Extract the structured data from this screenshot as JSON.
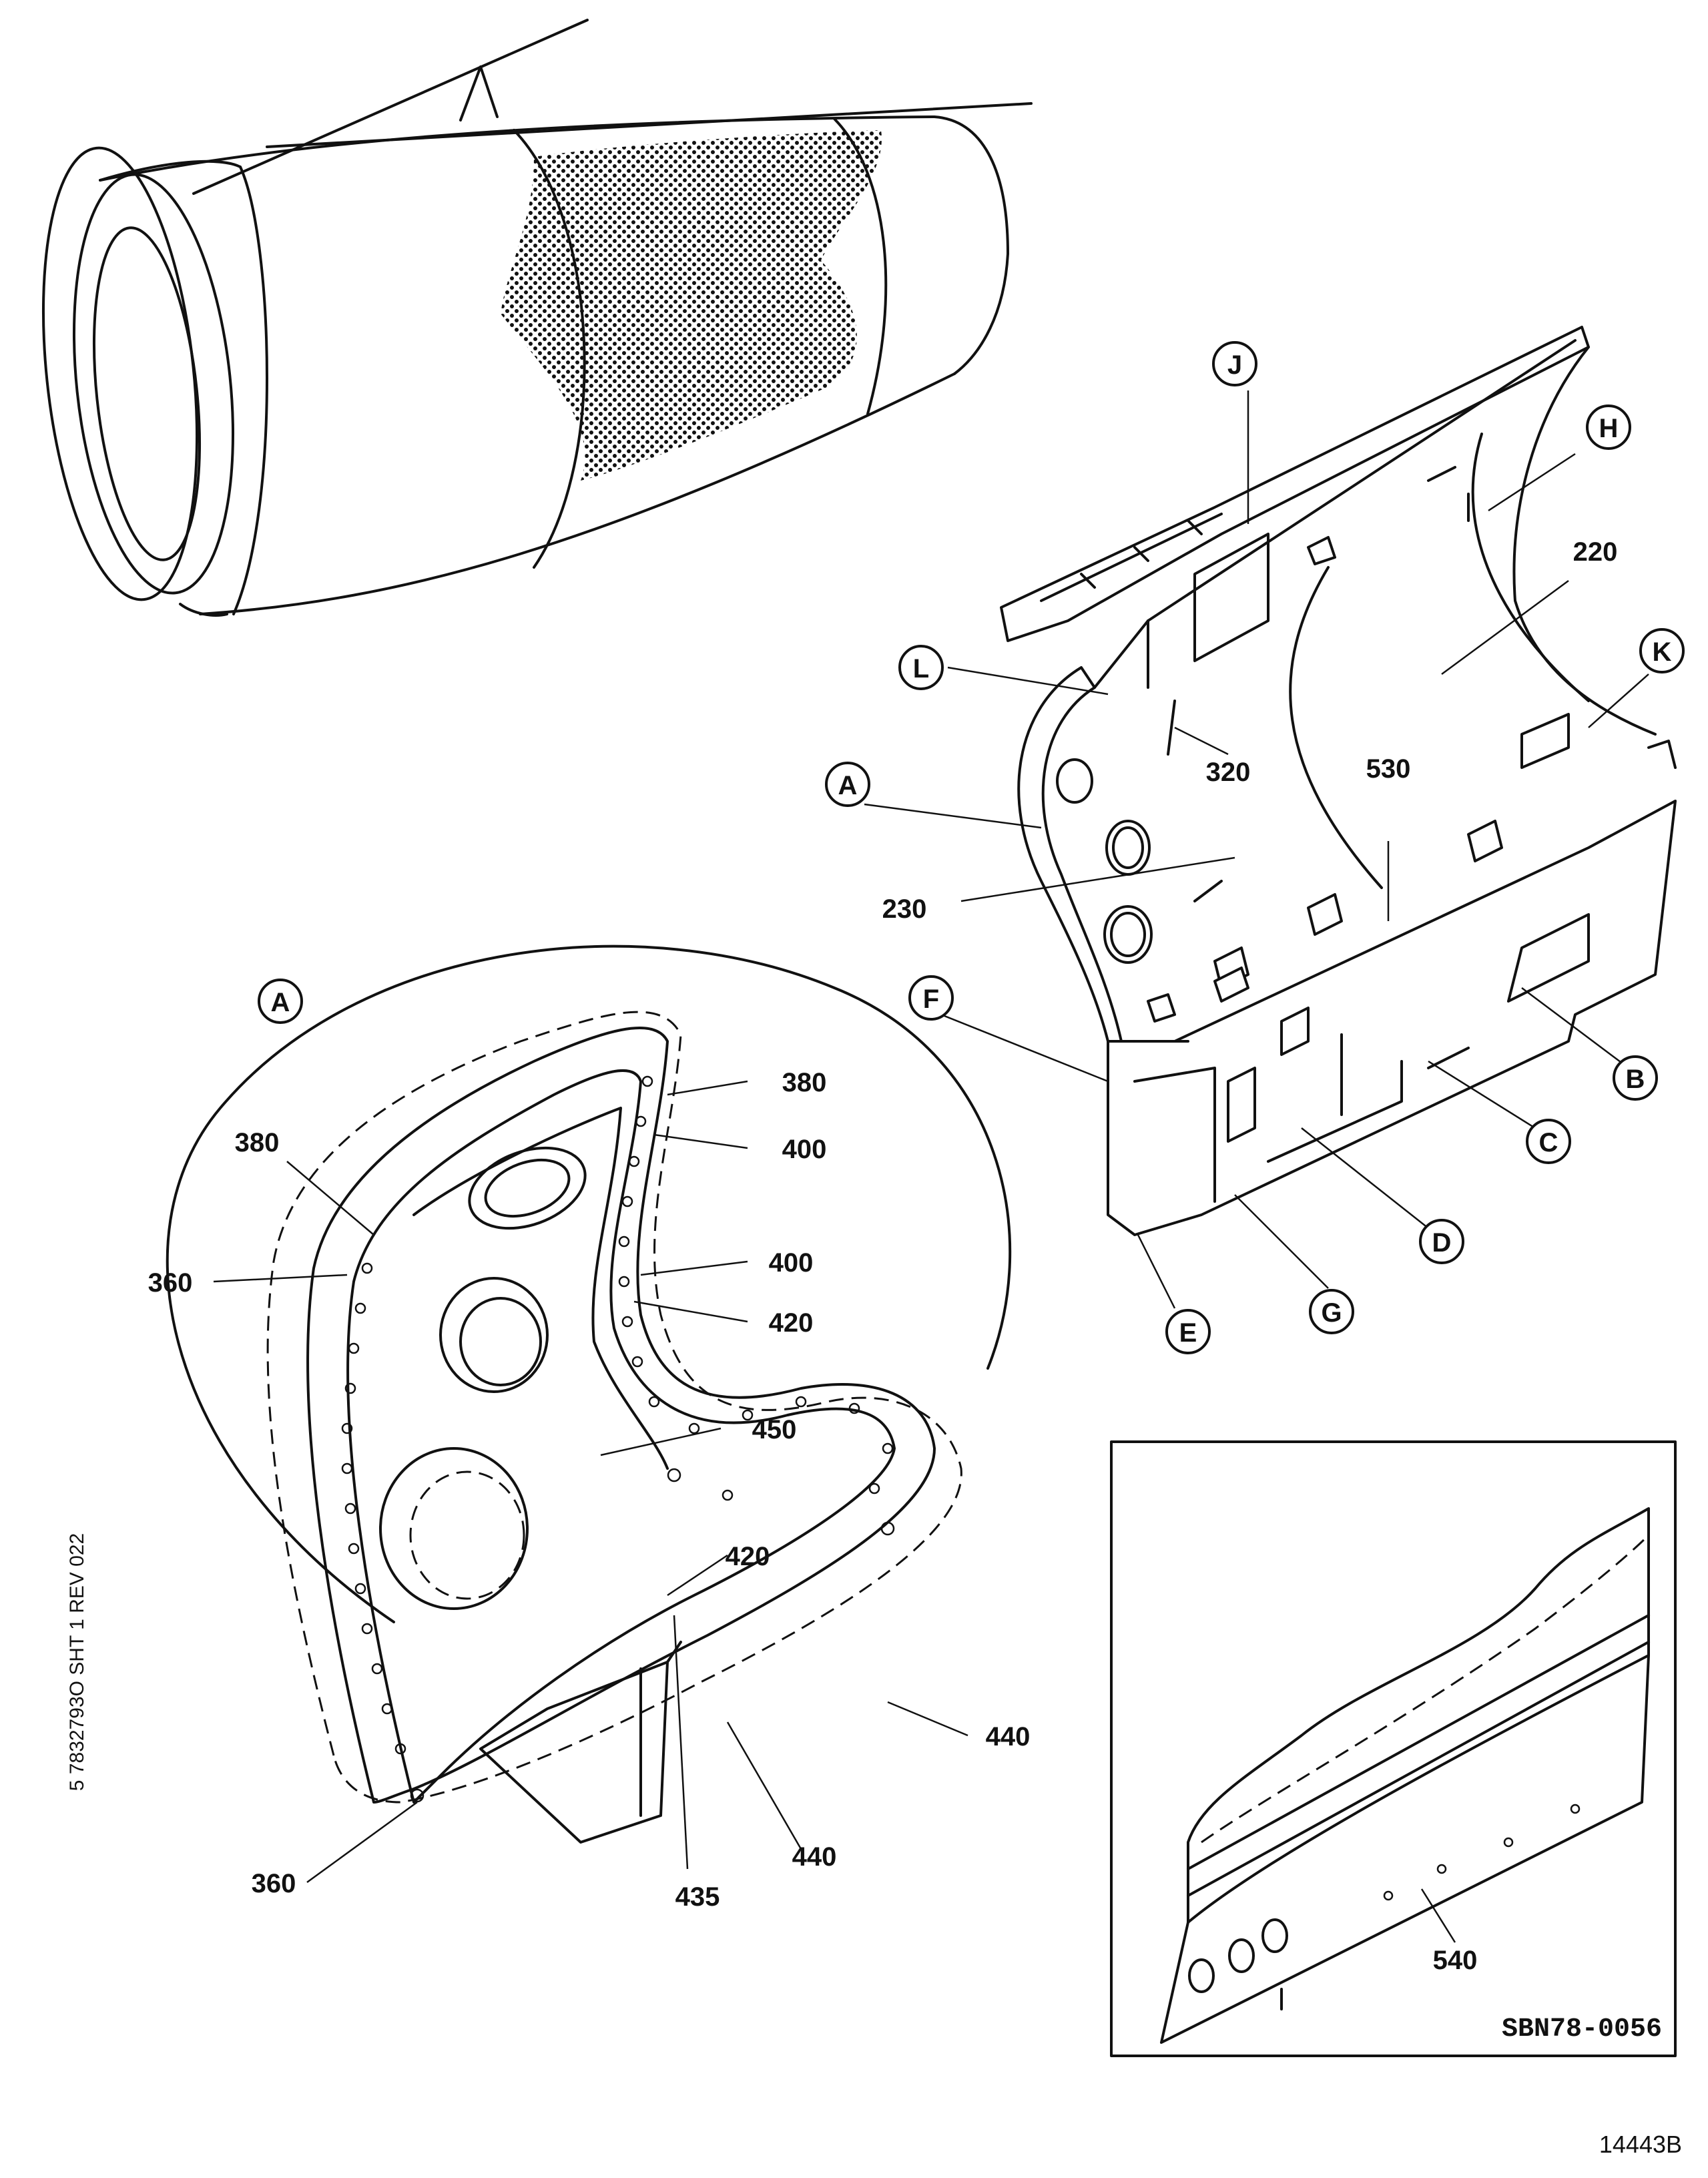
{
  "diagram": {
    "callouts": {
      "c220": "220",
      "c230": "230",
      "c320": "320",
      "c530": "530",
      "c380a": "380",
      "c380b": "380",
      "c400a": "400",
      "c400b": "400",
      "c420a": "420",
      "c420b": "420",
      "c450": "450",
      "c360a": "360",
      "c360b": "360",
      "c440a": "440",
      "c440b": "440",
      "c435": "435",
      "c540": "540"
    },
    "letters": {
      "A_main": "A",
      "A_detail": "A",
      "B": "B",
      "C": "C",
      "D": "D",
      "E": "E",
      "F": "F",
      "G": "G",
      "H": "H",
      "J": "J",
      "K": "K",
      "L": "L"
    },
    "inset_code": "SBN78-0056",
    "side_reference": "5 7832793O SHT 1 REV 022",
    "figure_number": "14443B"
  }
}
